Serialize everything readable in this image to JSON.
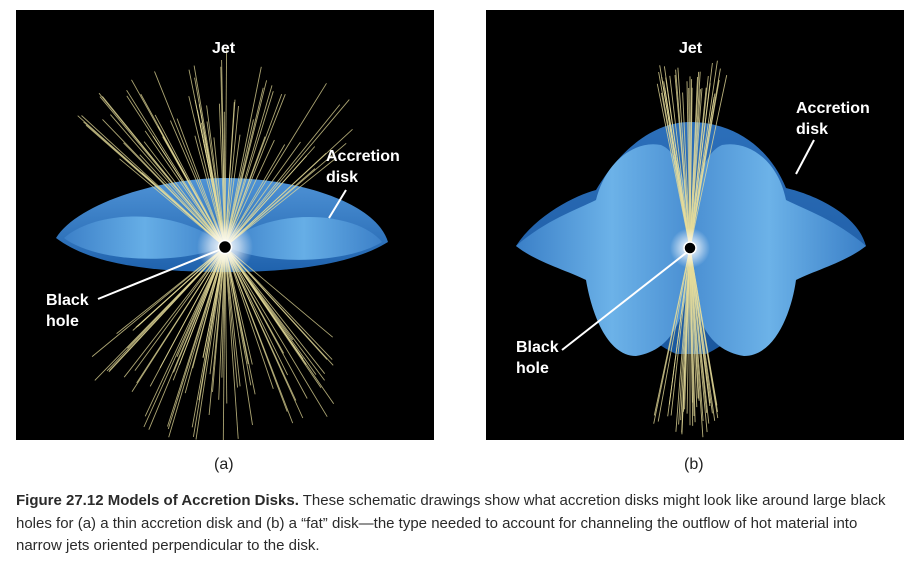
{
  "panel_a": {
    "jet_label": "Jet",
    "disk_label_line1": "Accretion",
    "disk_label_line2": "disk",
    "hole_label_line1": "Black",
    "hole_label_line2": "hole",
    "sublabel": "(a)"
  },
  "panel_b": {
    "jet_label": "Jet",
    "disk_label_line1": "Accretion",
    "disk_label_line2": "disk",
    "hole_label_line1": "Black",
    "hole_label_line2": "hole",
    "sublabel": "(b)"
  },
  "caption": {
    "title": "Figure 27.12 Models of Accretion Disks.",
    "text": " These schematic drawings show what accretion disks might look like around large black holes for (a) a thin accretion disk and (b) a “fat” disk—the type needed to account for channeling the outflow of hot material into narrow jets oriented perpendicular to the disk."
  },
  "colors": {
    "background": "#000000",
    "disk_light": "#5aa2e0",
    "disk_dark": "#1d5ea8",
    "jet": "#e8e0a0",
    "label": "#ffffff"
  }
}
